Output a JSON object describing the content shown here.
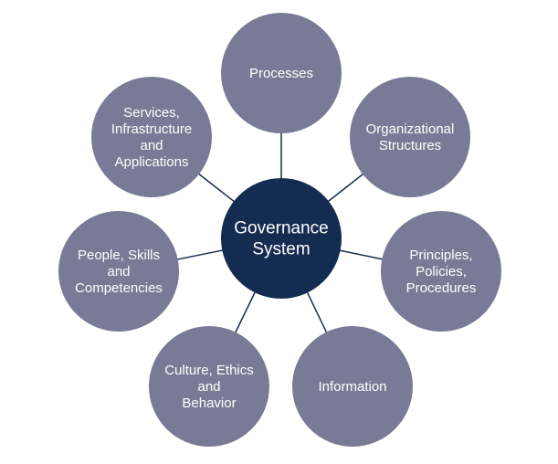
{
  "colors": {
    "outer_node": "#797b96",
    "center_node": "#152c52",
    "connector": "#152c52",
    "text": "#ffffff"
  },
  "diagram": {
    "center": {
      "lines": [
        "Governance",
        "System"
      ]
    },
    "components": [
      {
        "id": "processes",
        "lines": [
          "Processes"
        ]
      },
      {
        "id": "organizational-structures",
        "lines": [
          "Organizational",
          "Structures"
        ]
      },
      {
        "id": "principles-policies-procedures",
        "lines": [
          "Principles,",
          "Policies,",
          "Procedures"
        ]
      },
      {
        "id": "information",
        "lines": [
          "Information"
        ]
      },
      {
        "id": "culture-ethics-behavior",
        "lines": [
          "Culture, Ethics",
          "and",
          "Behavior"
        ]
      },
      {
        "id": "people-skills-competencies",
        "lines": [
          "People, Skills",
          "and",
          "Competencies"
        ]
      },
      {
        "id": "services-infrastructure-applications",
        "lines": [
          "Services,",
          "Infrastructure",
          "and",
          "Applications"
        ]
      }
    ]
  }
}
